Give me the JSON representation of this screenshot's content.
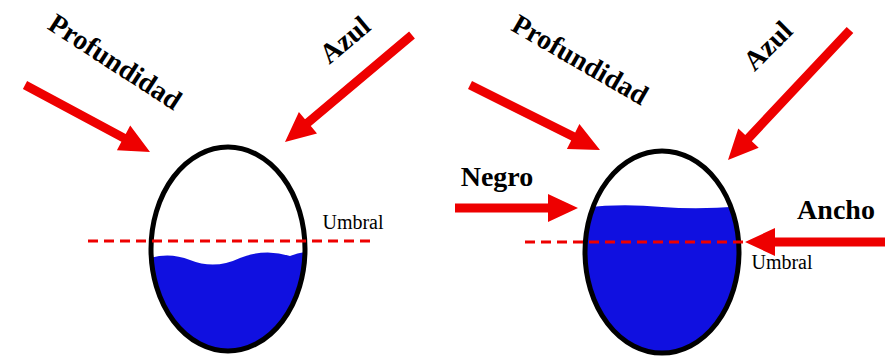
{
  "diagram": {
    "labels": [
      "Profundidad",
      "Azul",
      "Umbral",
      "Profundidad",
      "Azul",
      "Negro",
      "Ancho",
      "Umbral"
    ]
  }
}
